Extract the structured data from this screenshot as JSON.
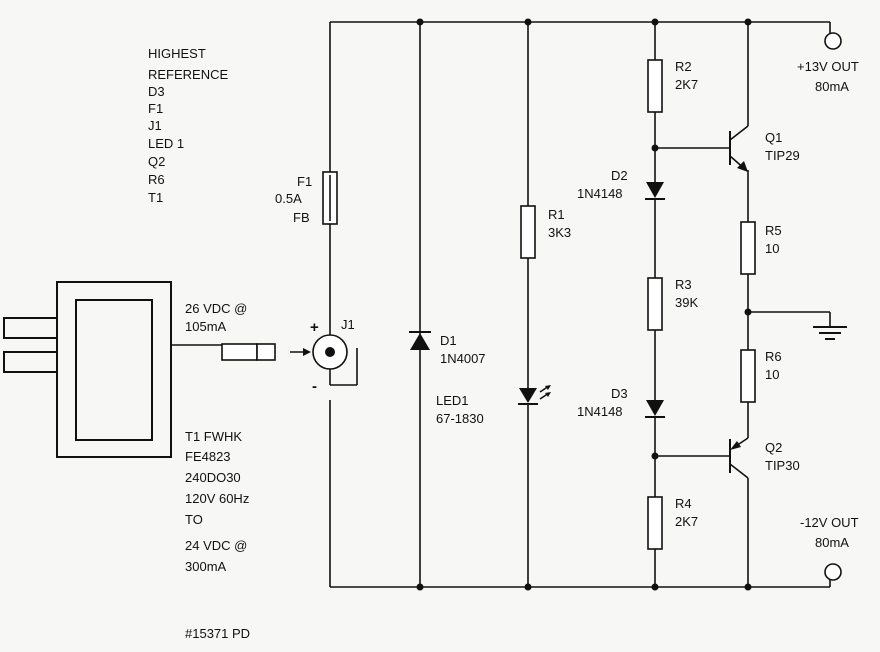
{
  "reference_list": {
    "heading": [
      "HIGHEST",
      "REFERENCE"
    ],
    "items": [
      "D3",
      "F1",
      "J1",
      "LED 1",
      "Q2",
      "R6",
      "T1"
    ]
  },
  "components": {
    "F1": {
      "name": "F1",
      "value": "0.5A",
      "type": "FB"
    },
    "J1": {
      "name": "J1",
      "plus": "+",
      "minus": "-"
    },
    "D1": {
      "name": "D1",
      "value": "1N4007"
    },
    "R1": {
      "name": "R1",
      "value": "3K3"
    },
    "LED1": {
      "name": "LED1",
      "value": "67-1830"
    },
    "R2": {
      "name": "R2",
      "value": "2K7"
    },
    "D2": {
      "name": "D2",
      "value": "1N4148"
    },
    "R3": {
      "name": "R3",
      "value": "39K"
    },
    "D3": {
      "name": "D3",
      "value": "1N4148"
    },
    "R4": {
      "name": "R4",
      "value": "2K7"
    },
    "Q1": {
      "name": "Q1",
      "value": "TIP29"
    },
    "R5": {
      "name": "R5",
      "value": "10"
    },
    "R6": {
      "name": "R6",
      "value": "10"
    },
    "Q2": {
      "name": "Q2",
      "value": "TIP30"
    }
  },
  "adapter": {
    "output_line1": "26 VDC @",
    "output_line2": "105mA",
    "spec_lines": [
      "T1 FWHK",
      "FE4823",
      "240DO30",
      "120V 60Hz",
      "TO",
      "24 VDC @",
      "300mA"
    ]
  },
  "outputs": {
    "pos_line1": "+13V OUT",
    "pos_line2": "80mA",
    "neg_line1": "-12V OUT",
    "neg_line2": "80mA"
  },
  "footer": {
    "part_number": "#15371 PD"
  }
}
